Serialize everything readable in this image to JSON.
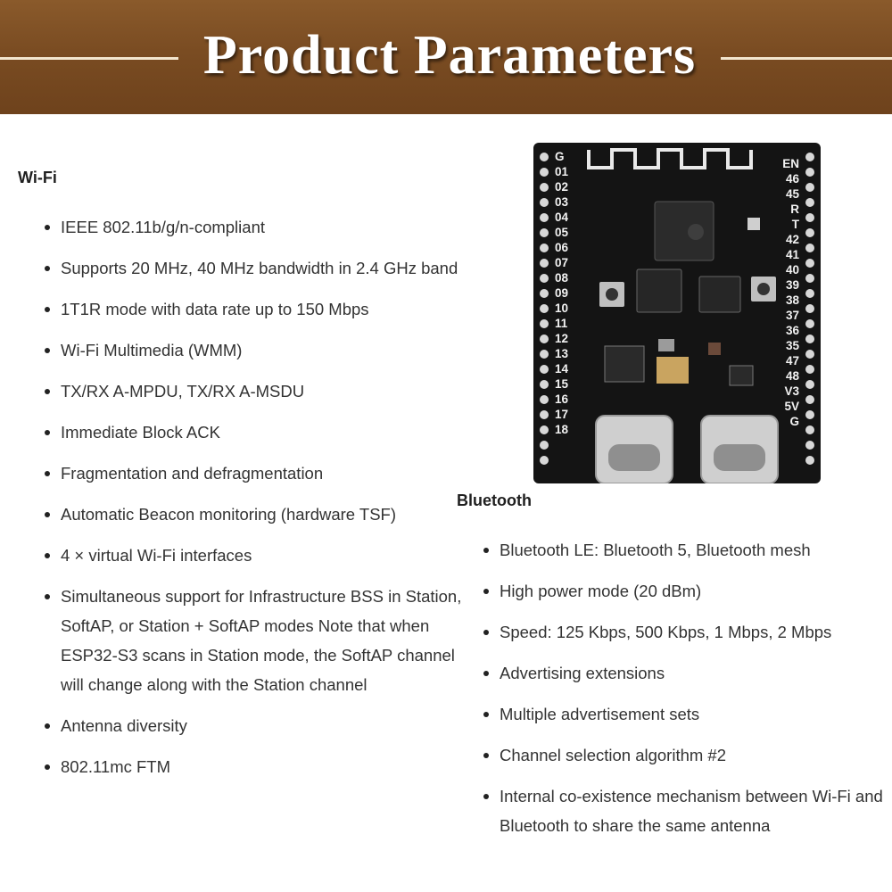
{
  "banner": {
    "title": "Product Parameters"
  },
  "wifi": {
    "heading": "Wi-Fi",
    "items": [
      "IEEE 802.11b/g/n-compliant",
      "Supports 20 MHz, 40 MHz bandwidth in 2.4 GHz band",
      "1T1R mode with data rate up to 150 Mbps",
      "Wi-Fi Multimedia (WMM)",
      "TX/RX A-MPDU, TX/RX A-MSDU",
      "Immediate Block ACK",
      "Fragmentation and defragmentation",
      "Automatic Beacon monitoring (hardware TSF)",
      "4 × virtual Wi-Fi interfaces",
      "Simultaneous support for Infrastructure BSS in Station, SoftAP, or Station + SoftAP modes Note that when ESP32-S3 scans in Station mode, the SoftAP channel will change along with the Station channel",
      "Antenna diversity",
      "802.11mc FTM"
    ]
  },
  "bluetooth": {
    "heading": "Bluetooth",
    "items": [
      "Bluetooth LE: Bluetooth 5, Bluetooth mesh",
      "High power mode (20 dBm)",
      "Speed: 125 Kbps, 500 Kbps, 1 Mbps, 2 Mbps",
      "Advertising extensions",
      "Multiple advertisement sets",
      "Channel selection algorithm #2",
      "Internal co-existence mechanism between Wi-Fi and Bluetooth to share the same antenna"
    ]
  },
  "board": {
    "left_pins": [
      "G",
      "01",
      "02",
      "03",
      "04",
      "05",
      "06",
      "07",
      "08",
      "09",
      "10",
      "11",
      "12",
      "13",
      "14",
      "15",
      "16",
      "17",
      "18"
    ],
    "right_pins": [
      "EN",
      "46",
      "45",
      "R",
      "T",
      "42",
      "41",
      "40",
      "39",
      "38",
      "37",
      "36",
      "35",
      "47",
      "48",
      "V3",
      "5V",
      "G"
    ]
  },
  "colors": {
    "banner": "#7a4c22",
    "board": "#141414",
    "pin_label": "#f2f2f2",
    "bullet": "#222222"
  }
}
